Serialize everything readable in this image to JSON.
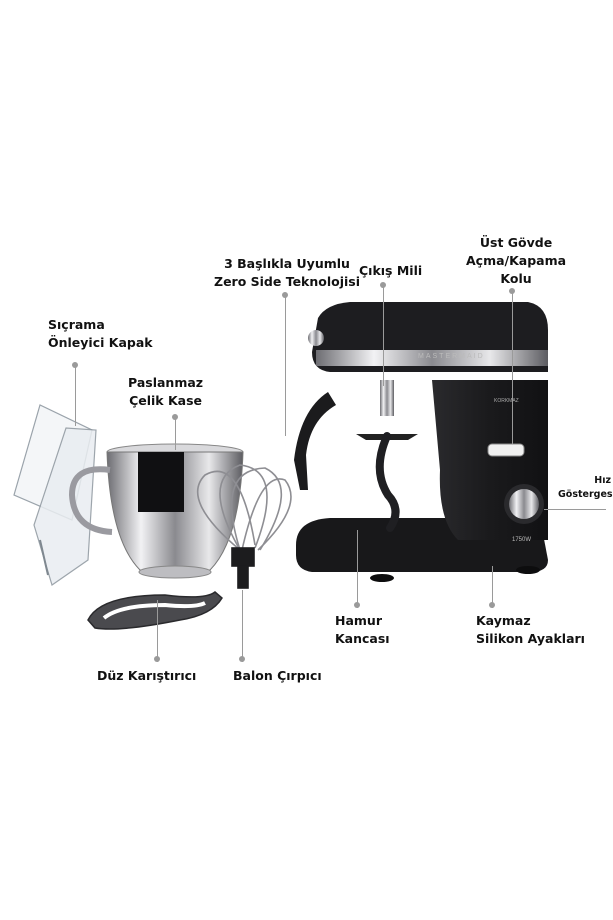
{
  "labels": {
    "splash_guard": [
      "Sıçrama",
      "Önleyici Kapak"
    ],
    "bowl": [
      "Paslanmaz",
      "Çelik Kase"
    ],
    "zero_side": [
      "3 Başlıkla Uyumlu",
      "Zero Side Teknolojisi"
    ],
    "output_shaft": [
      "Çıkış Mili"
    ],
    "head_lever": [
      "Üst Gövde",
      "Açma/Kapama",
      "Kolu"
    ],
    "speed": [
      "Hız",
      "Göstergesi"
    ],
    "dough_hook": [
      "Hamur",
      "Kancası"
    ],
    "feet": [
      "Kaymaz",
      "Silikon Ayakları"
    ],
    "flat_beater": [
      "Düz Karıştırıcı"
    ],
    "whisk": [
      "Balon Çırpıcı"
    ]
  },
  "product": {
    "brand": "MASTERMAID",
    "sub_brand": "KORKMAZ",
    "power": "1750W"
  },
  "colors": {
    "mixer_body": "#1c1c1e",
    "chrome": "#c8c8cc",
    "leader": "#9a9a9a"
  }
}
